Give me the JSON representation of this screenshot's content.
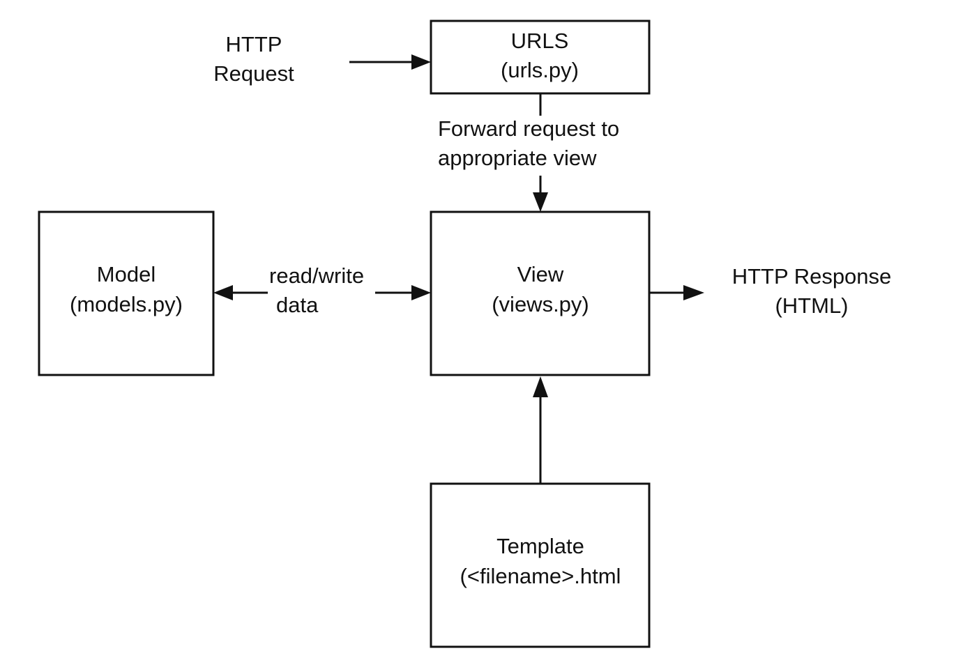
{
  "nodes": {
    "urls": {
      "line1": "URLS",
      "line2": "(urls.py)"
    },
    "view": {
      "line1": "View",
      "line2": "(views.py)"
    },
    "model": {
      "line1": "Model",
      "line2": "(models.py)"
    },
    "template": {
      "line1": "Template",
      "line2": "(<filename>.html"
    }
  },
  "labels": {
    "http_request": {
      "line1": "HTTP",
      "line2": "Request"
    },
    "forward": {
      "line1": "Forward request to",
      "line2": "appropriate view"
    },
    "read_write": {
      "line1": "read/write",
      "line2": "data"
    },
    "http_response": {
      "line1": "HTTP Response",
      "line2": "(HTML)"
    }
  },
  "edges": [
    {
      "from": "http_request",
      "to": "urls"
    },
    {
      "from": "urls",
      "to": "view",
      "label": "forward"
    },
    {
      "from": "view",
      "to": "model",
      "label": "read_write",
      "bidirectional": true
    },
    {
      "from": "view",
      "to": "http_response"
    },
    {
      "from": "template",
      "to": "view"
    }
  ],
  "colors": {
    "stroke": "#111111",
    "background": "#ffffff"
  }
}
